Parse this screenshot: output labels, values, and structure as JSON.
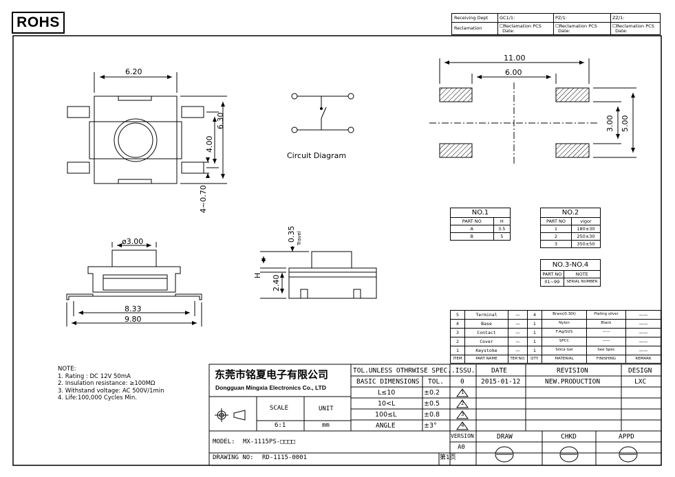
{
  "rohs": "ROHS",
  "receiving": {
    "label_receiving": "Receiving Dept",
    "label_reclamation": "Reclamation",
    "cols": [
      {
        "dept": "GC1/1:",
        "recl": "☐Reclamation  PCS",
        "date": "Date:"
      },
      {
        "dept": "PZ/1:",
        "recl": "☐Reclamation  PCS",
        "date": "Date:"
      },
      {
        "dept": "ZZ/1:",
        "recl": "☐Reclamation  PCS",
        "date": "Date:"
      }
    ]
  },
  "dims": {
    "top_width": "6.20",
    "top_height": "6.30",
    "inner": "4.00",
    "bottom": "4~0.70",
    "pad_total": "11.00",
    "pad_inner": "6.00",
    "pad_h_inner": "3.00",
    "pad_h_outer": "5.00",
    "diam": "ø3.00",
    "side_w1": "8.33",
    "side_w2": "9.80",
    "travel_val": "0.35",
    "travel_label": "Travel",
    "h_label": "H",
    "h_val": "2.40"
  },
  "circuit_label": "Circuit  Diagram",
  "no1": {
    "title": "NO.1",
    "headers": [
      "PART NO",
      "H"
    ],
    "rows": [
      [
        "A",
        "3.5"
      ],
      [
        "B",
        "5"
      ]
    ]
  },
  "no2": {
    "title": "NO.2",
    "headers": [
      "PART NO",
      "vigor"
    ],
    "rows": [
      [
        "1",
        "180±30"
      ],
      [
        "2",
        "250±30"
      ],
      [
        "3",
        "350±50"
      ]
    ]
  },
  "no3": {
    "title": "NO.3-NO.4",
    "headers": [
      "PART NO",
      "NOTE"
    ],
    "rows": [
      [
        "01~99",
        "SERIAL NUMBER"
      ]
    ]
  },
  "bom": {
    "rows": [
      [
        "5",
        "Terminal",
        "—",
        "4",
        "Brass(0.30t)",
        "Plating silver",
        "——"
      ],
      [
        "4",
        "Base",
        "—",
        "1",
        "Nylon",
        "Black",
        "——"
      ],
      [
        "3",
        "Contact",
        "—",
        "1",
        "F.Ag/SUS",
        "——",
        "——"
      ],
      [
        "2",
        "Cover",
        "—",
        "1",
        "SPCC",
        "——",
        "——"
      ],
      [
        "1",
        "Keystoke",
        "—",
        "1",
        "Silica Gel",
        "See Spec",
        "——"
      ]
    ],
    "headers": [
      "ITEM",
      "PART NAME",
      "TER'NO.",
      "QTY.",
      "MATERIAL",
      "FINISHING",
      "REMARK"
    ]
  },
  "notes": {
    "title": "NOTE:",
    "lines": [
      "1. Rating : DC 12V 50mA",
      "2. Insulation  resistance: ≥100MΩ",
      "3. Withstand voltage: AC 500V/1min",
      "4. Life:100,000  Cycles Min."
    ]
  },
  "titleblock": {
    "company_cn": "东莞市铭夏电子有限公司",
    "company_en": "Dongguan Mingxia Electronics Co., LTD",
    "tol_title": "TOL.UNLESS OTHRWISE SPEC.",
    "basic": "BASIC DIMENSIONS",
    "tol": "TOL.",
    "tols": [
      [
        "L≤10",
        "±0.2"
      ],
      [
        "10<L",
        "±0.5"
      ],
      [
        "100≤L",
        "±0.8"
      ],
      [
        "ANGLE",
        "±3°"
      ]
    ],
    "scale_label": "SCALE",
    "unit_label": "UNIT",
    "scale": "6:1",
    "unit": "mm",
    "issu": ".ISSU.",
    "date_h": "DATE",
    "revision_h": "REVISION",
    "design_h": "DESIGN",
    "issue_no": "0",
    "date": "2015-01-12",
    "revision": "NEW.PRODUCTION",
    "design": "LXC",
    "markers": [
      "1",
      "2",
      "3",
      "4"
    ],
    "version_h": "VERSION",
    "version": "A0",
    "draw": "DRAW",
    "chkd": "CHKD",
    "appd": "APPD",
    "model_label": "MODEL:",
    "model": "MX-1115PS-□□□□",
    "drawing_label": "DRAWING NO:",
    "drawing": "RD-1115-0001",
    "page": "第1页"
  }
}
